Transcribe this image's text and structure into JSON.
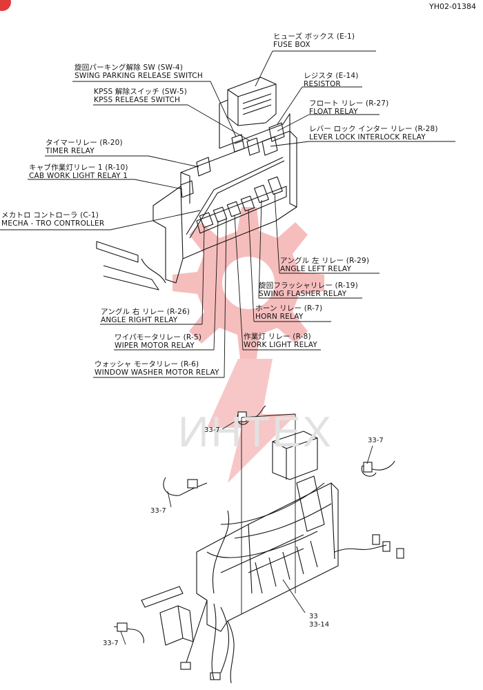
{
  "doc_id": "YH02-01384",
  "watermark": "ИНТЕХ",
  "colors": {
    "line": "#111111",
    "watermark": "#f3a8a8",
    "corner_tag": "#e23a3a"
  },
  "labels": [
    {
      "key": "fuse_box",
      "jp": "ヒューズ ボックス (E-1)",
      "en": "FUSE BOX"
    },
    {
      "key": "swing_parking",
      "jp": "旋回パーキング解除 SW (SW-4)",
      "en": "SWING PARKING RELEASE SWITCH"
    },
    {
      "key": "resistor",
      "jp": "レジスタ (E-14)",
      "en": "RESISTOR"
    },
    {
      "key": "kpss",
      "jp": "KPSS 解除スイッチ (SW-5)",
      "en": "KPSS RELEASE SWITCH"
    },
    {
      "key": "float_relay",
      "jp": "フロート リレー (R-27)",
      "en": "FLOAT RELAY"
    },
    {
      "key": "lever_lock",
      "jp": "レバー ロック インター リレー (R-28)",
      "en": "LEVER LOCK INTERLOCK RELAY"
    },
    {
      "key": "timer_relay",
      "jp": "タイマーリレー (R-20)",
      "en": "TIMER RELAY"
    },
    {
      "key": "cab_work_light",
      "jp": "キャブ作業灯リレー 1 (R-10)",
      "en": "CAB WORK LIGHT RELAY 1"
    },
    {
      "key": "mechatro",
      "jp": "メカトロ コントローラ (C-1)",
      "en": "MECHA - TRO CONTROLLER"
    },
    {
      "key": "angle_left",
      "jp": "アングル 左 リレー (R-29)",
      "en": "ANGLE LEFT RELAY"
    },
    {
      "key": "swing_flasher",
      "jp": "旋回フラッシャリレー (R-19)",
      "en": "SWING FLASHER RELAY"
    },
    {
      "key": "angle_right",
      "jp": "アングル 右 リレー (R-26)",
      "en": "ANGLE RIGHT RELAY"
    },
    {
      "key": "horn_relay",
      "jp": "ホーン リレー (R-7)",
      "en": "HORN RELAY"
    },
    {
      "key": "wiper_motor",
      "jp": "ワイパモータリレー (R-5)",
      "en": "WIPER MOTOR RELAY"
    },
    {
      "key": "work_light",
      "jp": "作業灯 リレー (R-8)",
      "en": "WORK LIGHT RELAY"
    },
    {
      "key": "washer_motor",
      "jp": "ウォッシャ モータリレー (R-6)",
      "en": "WINDOW WASHER MOTOR RELAY"
    }
  ],
  "callouts": [
    {
      "key": "c_top",
      "text": "33-7"
    },
    {
      "key": "c_right",
      "text": "33-7"
    },
    {
      "key": "c_left",
      "text": "33-7"
    },
    {
      "key": "c_bottom",
      "text": "33-7"
    },
    {
      "key": "c_harness_a",
      "text": "33"
    },
    {
      "key": "c_harness_b",
      "text": "33-14"
    }
  ]
}
